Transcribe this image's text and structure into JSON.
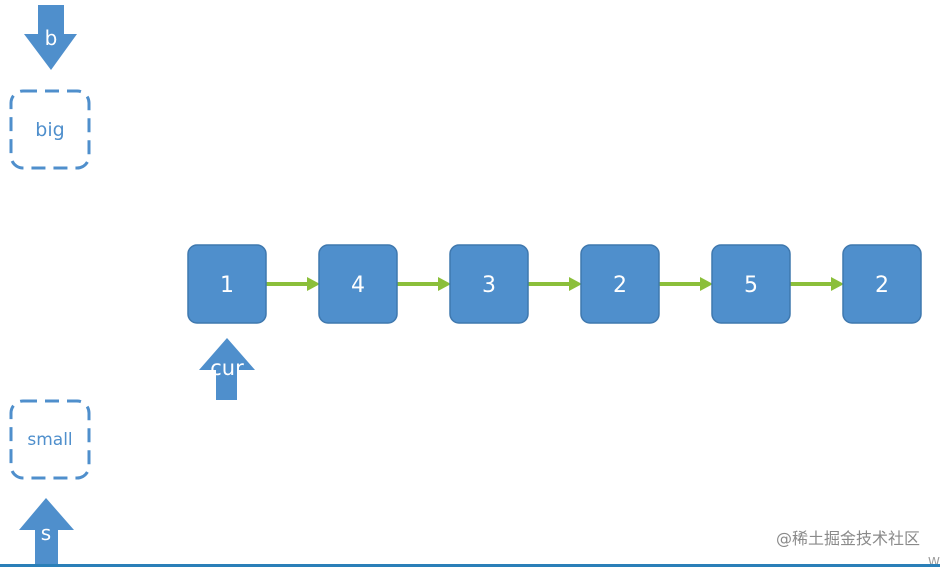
{
  "colors": {
    "node_fill": "#4f8fcc",
    "node_stroke": "#3f78ae",
    "arrow_green": "#8bbf3a",
    "pointer_blue": "#4f8fcc",
    "dashed_border": "#4f8fcc",
    "text_on_node": "#ffffff",
    "label_text": "#4f8fcc",
    "watermark": "#8a8a8a"
  },
  "pointers": {
    "b": "b",
    "cur": "cur",
    "s": "s"
  },
  "placeholders": {
    "big": "big",
    "small": "small"
  },
  "list_nodes": [
    "1",
    "4",
    "3",
    "2",
    "5",
    "2"
  ],
  "watermark_text": "@稀土掘金技术社区",
  "edge_mark": "W"
}
